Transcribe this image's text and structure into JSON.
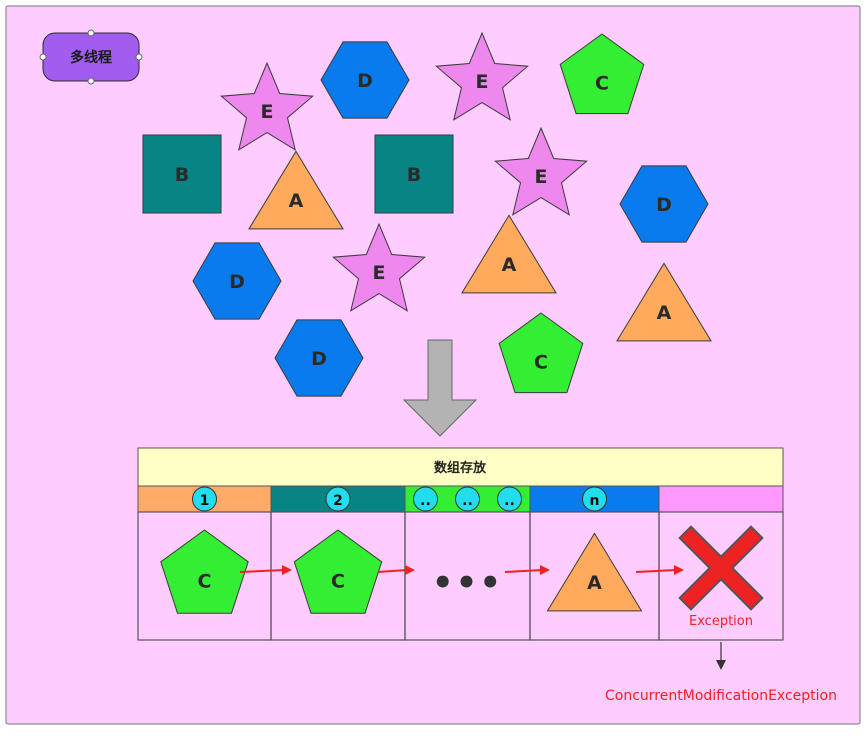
{
  "badge": {
    "label": "多线程",
    "color": "#a25cf0"
  },
  "colors": {
    "canvas_bg": "#ffccff",
    "canvas_border": "#777777",
    "hexagon": "#0a7bec",
    "pentagon": "#33ee33",
    "star": "#ee88ee",
    "square": "#088484",
    "triangle": "#ffaa5c",
    "arrow_big": "#b3b3b3",
    "header_bg": "#ffffc6",
    "red": "#ee2222",
    "badge_num_bg": "#22ddee"
  },
  "shapes": [
    {
      "kind": "hexagon",
      "label": "D"
    },
    {
      "kind": "star",
      "label": "E"
    },
    {
      "kind": "pentagon",
      "label": "C"
    },
    {
      "kind": "star",
      "label": "E"
    },
    {
      "kind": "square",
      "label": "B"
    },
    {
      "kind": "triangle",
      "label": "A"
    },
    {
      "kind": "square",
      "label": "B"
    },
    {
      "kind": "star",
      "label": "E"
    },
    {
      "kind": "hexagon",
      "label": "D"
    },
    {
      "kind": "hexagon",
      "label": "D"
    },
    {
      "kind": "star",
      "label": "E"
    },
    {
      "kind": "triangle",
      "label": "A"
    },
    {
      "kind": "triangle",
      "label": "A"
    },
    {
      "kind": "hexagon",
      "label": "D"
    },
    {
      "kind": "pentagon",
      "label": "C"
    }
  ],
  "array": {
    "title": "数组存放",
    "slots": [
      {
        "index_labels": [
          "1"
        ],
        "color": "#ffaa66",
        "content": "pentagon",
        "content_label": "C"
      },
      {
        "index_labels": [
          "2"
        ],
        "color": "#088484",
        "content": "pentagon",
        "content_label": "C"
      },
      {
        "index_labels": [
          "..",
          "..",
          ".."
        ],
        "color": "#33ee33",
        "content": "dots",
        "content_label": "•••"
      },
      {
        "index_labels": [
          "n"
        ],
        "color": "#0a7bec",
        "content": "triangle",
        "content_label": "A"
      },
      {
        "index_labels": [],
        "color": "#ff99ff",
        "content": "cross",
        "content_label": "Exception"
      }
    ]
  },
  "exception_text": "ConcurrentModificationException"
}
